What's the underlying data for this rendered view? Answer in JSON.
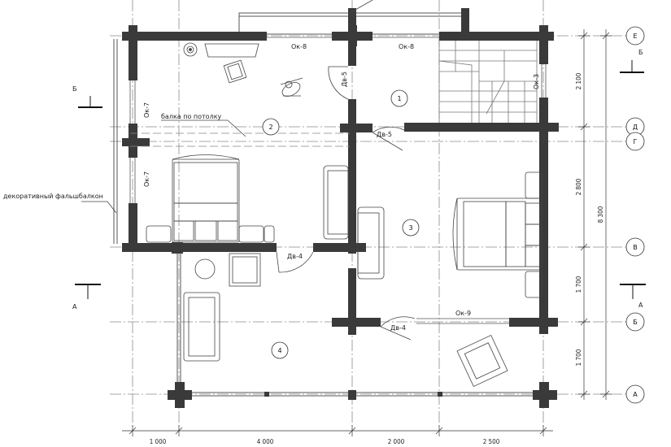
{
  "labels": {
    "ok8_a": "Ок-8",
    "ok8_b": "Ок-8",
    "ok7_a": "Ок-7",
    "ok7_b": "Ок-7",
    "ok3": "Ок-3",
    "ok9": "Ок-9",
    "db5_a": "Дв-5",
    "db5_b": "Дв-5",
    "db4_a": "Дв-4",
    "db4_b": "Дв-4",
    "beam": "балка по потолку",
    "balcony": "декоративный фальшбалкон"
  },
  "rooms": [
    "1",
    "2",
    "3",
    "4"
  ],
  "axes": {
    "e": "Е",
    "d": "Д",
    "g": "Г",
    "v": "В",
    "b": "Б",
    "a": "А"
  },
  "section_marks": {
    "left_b": "Б",
    "right_b": "Б",
    "left_a": "А",
    "right_a": "А"
  },
  "dimensions": {
    "bottom": [
      "1 000",
      "4 000",
      "2 000",
      "2 500"
    ],
    "right_inner": [
      "2 100",
      "2 800",
      "1 700",
      "1 700"
    ],
    "right_total": "8 300"
  },
  "colors": {
    "wall": "#3a3a3a",
    "line": "#333333",
    "axis": "#8a8a8a"
  }
}
